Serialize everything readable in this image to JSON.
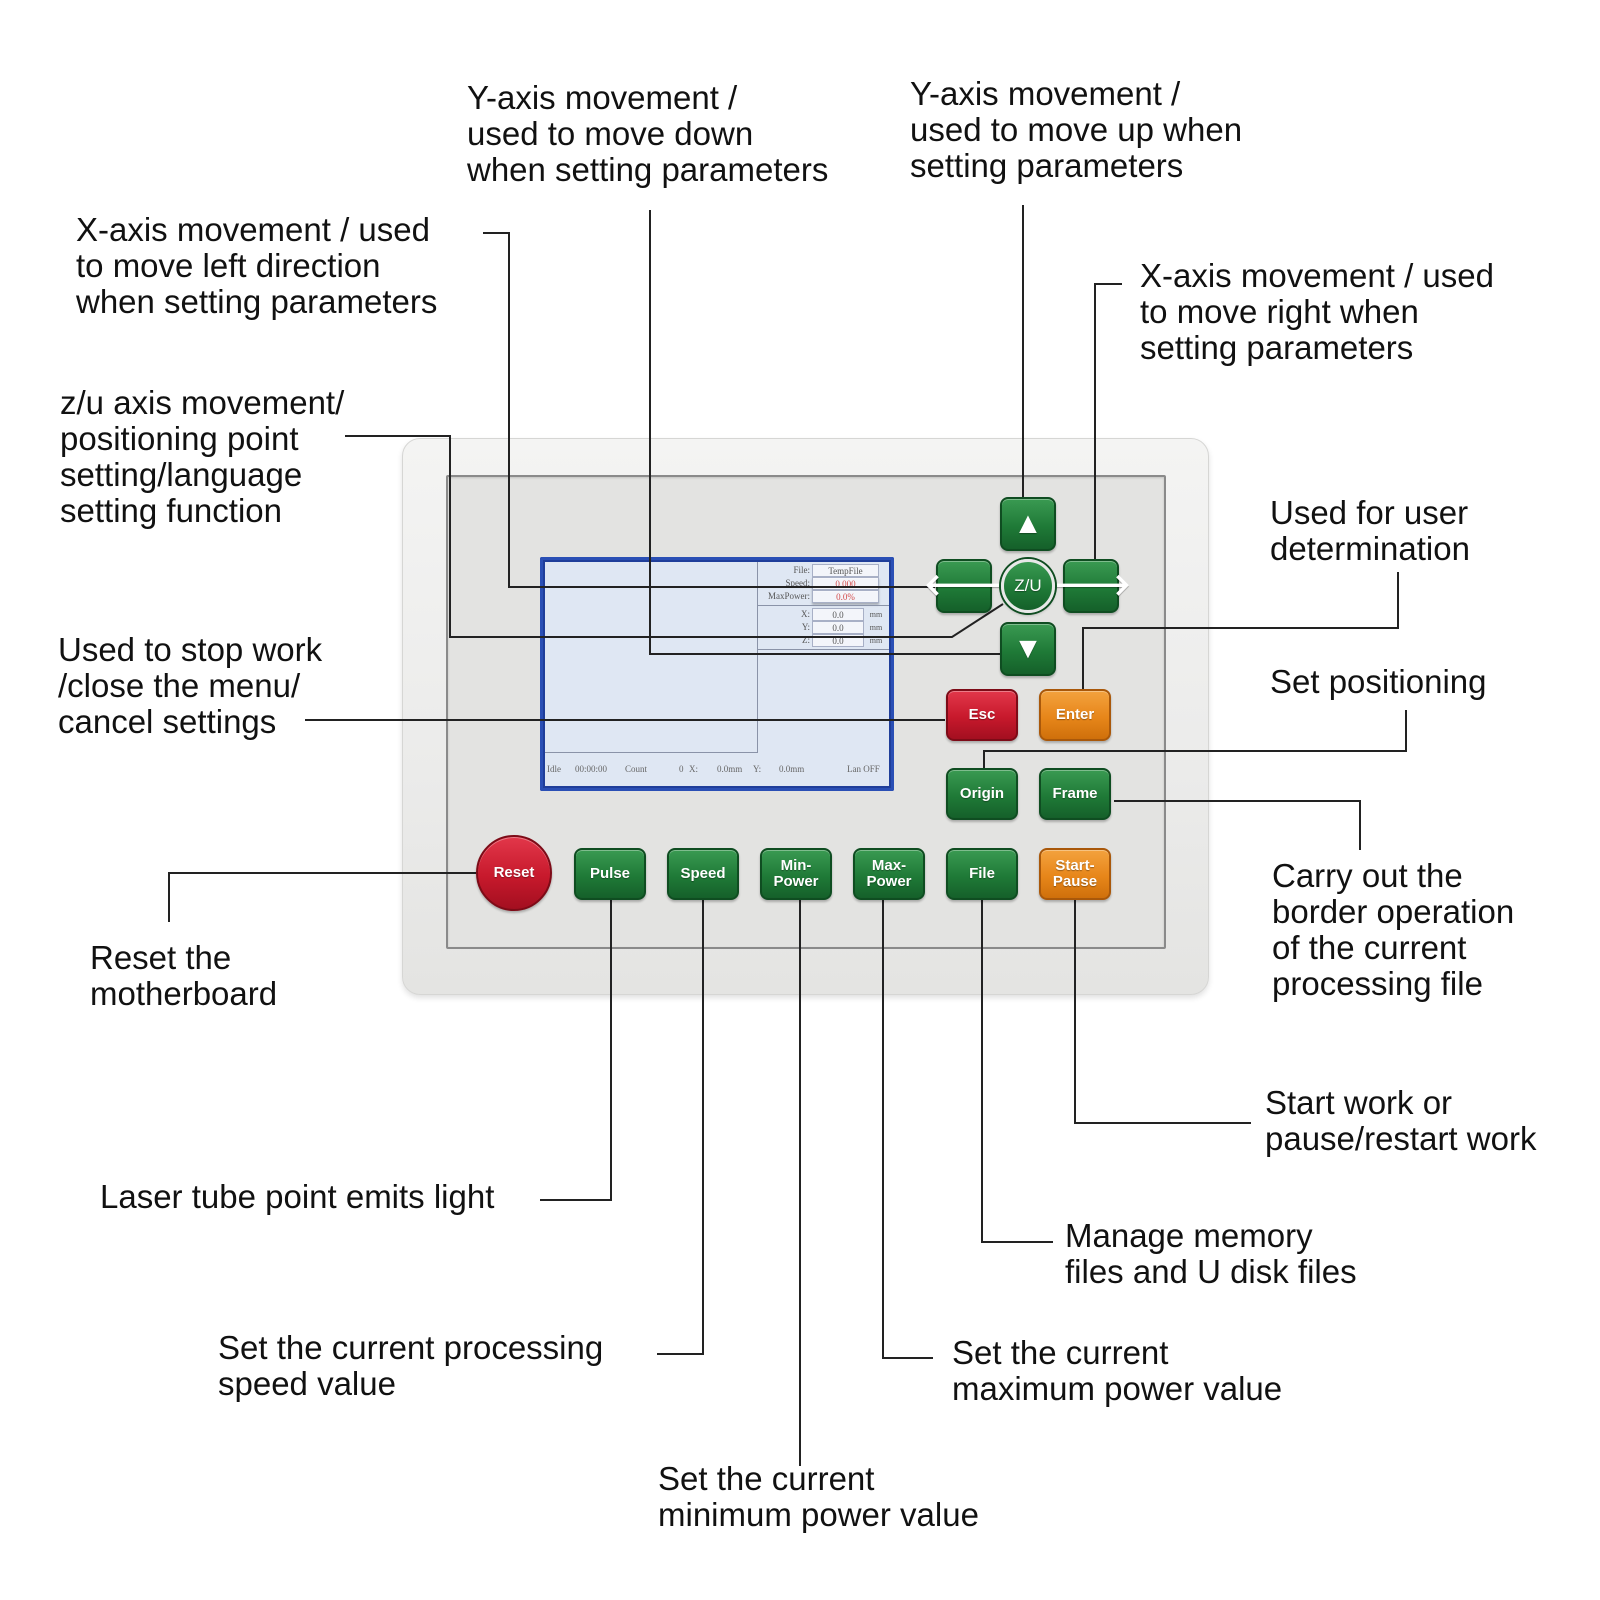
{
  "labels": {
    "y_down": [
      "Y-axis movement /",
      "used to move down",
      "when setting parameters"
    ],
    "y_up": [
      "Y-axis movement /",
      "used to move up when",
      "setting parameters"
    ],
    "x_left": [
      "X-axis movement / used",
      "to move left direction",
      "when setting parameters"
    ],
    "x_right": [
      "X-axis movement / used",
      "to move right when",
      "setting parameters"
    ],
    "zu": [
      "z/u axis movement/",
      "positioning point",
      "setting/language",
      "setting function"
    ],
    "enter": [
      "Used for user",
      "determination"
    ],
    "esc": [
      "Used to stop work",
      "/close the menu/",
      "cancel settings"
    ],
    "origin": [
      "Set positioning"
    ],
    "frame": [
      "Carry out the",
      "border operation",
      "of the current",
      "processing file"
    ],
    "reset": [
      "Reset the",
      "motherboard"
    ],
    "start": [
      "Start work or",
      "pause/restart work"
    ],
    "file": [
      "Manage memory",
      "files and U disk files"
    ],
    "pulse": [
      "Laser tube point emits light"
    ],
    "speed": [
      "Set the current processing",
      "speed value"
    ],
    "max_power": [
      "Set the current",
      "maximum power value"
    ],
    "min_power": [
      "Set the current",
      "minimum power value"
    ]
  },
  "lcd": {
    "file_key": "File:",
    "file_val": "TempFile",
    "speed_key": "Speed:",
    "speed_val": "0.000",
    "maxpower_key": "MaxPower:",
    "maxpower_val": "0.0%",
    "x_key": "X:",
    "x_val": "0.0",
    "x_unit": "mm",
    "y_key": "Y:",
    "y_val": "0.0",
    "y_unit": "mm",
    "z_key": "Z:",
    "z_val": "0.0",
    "z_unit": "mm",
    "status": {
      "state": "Idle",
      "time": "00:00:00",
      "count_label": "Count",
      "count": "0",
      "x": "X:",
      "x_val": "0.0mm",
      "y": "Y:",
      "y_val": "0.0mm",
      "lan": "Lan OFF"
    }
  },
  "buttons": {
    "up_icon": "▲",
    "down_icon": "▼",
    "left_icon": "🡐",
    "right_icon": "🡒",
    "zu": "Z/U",
    "esc": "Esc",
    "enter": "Enter",
    "origin": "Origin",
    "frame": "Frame",
    "reset": "Reset",
    "pulse": "Pulse",
    "speed": "Speed",
    "min_power_1": "Min-",
    "min_power_2": "Power",
    "max_power_1": "Max-",
    "max_power_2": "Power",
    "file": "File",
    "start_1": "Start-",
    "start_2": "Pause"
  },
  "colors": {
    "green": "#1f7a37",
    "red": "#c7192c",
    "orange": "#e7861a",
    "lcd_frame": "#1f3e9a"
  }
}
